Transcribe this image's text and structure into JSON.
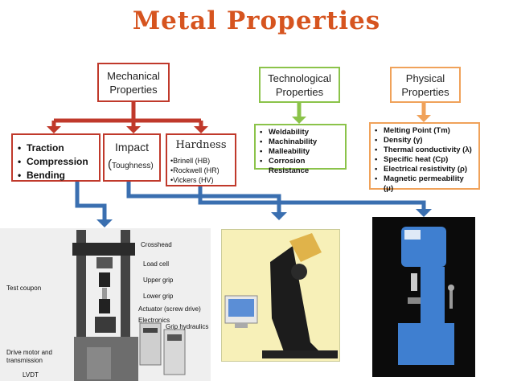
{
  "title": "Metal Properties",
  "mechanical": {
    "line1": "Mechanical",
    "line2": "Properties"
  },
  "technological": {
    "line1": "Technological",
    "line2": "Properties"
  },
  "physical": {
    "line1": "Physical",
    "line2": "Properties"
  },
  "tensile_list": [
    "Traction",
    "Compression",
    "Bending"
  ],
  "impact": {
    "title": "Impact",
    "paren_open": "(",
    "sub": "Toughness)"
  },
  "hardness": {
    "title": "Hardness",
    "items": [
      "•Brinell (HB)",
      "•Rockwell (HR)",
      "•Vickers (HV)"
    ]
  },
  "tech_list": [
    "Weldability",
    "Machinability",
    "Malleability",
    "Corrosion Resistance"
  ],
  "phys_list": [
    "Melting Point (Tm)",
    "Density (γ)",
    "Thermal conductivity (λ)",
    "Specific heat (Cp)",
    "Electrical resistivity (ρ)",
    "Magnetic permeability (μ)"
  ],
  "machine_labels": [
    "Crosshead",
    "Load cell",
    "Upper grip",
    "Lower grip",
    "Test coupon",
    "Actuator (screw drive)",
    "Electronics",
    "Grip hydraulics",
    "Drive motor and",
    "transmission",
    "LVDT"
  ],
  "colors": {
    "title": "#d6541f",
    "red_connector": "#c0392b",
    "green_connector": "#8bc34a",
    "orange_connector": "#f0a25a",
    "blue_arrow": "#3a6fb0"
  }
}
